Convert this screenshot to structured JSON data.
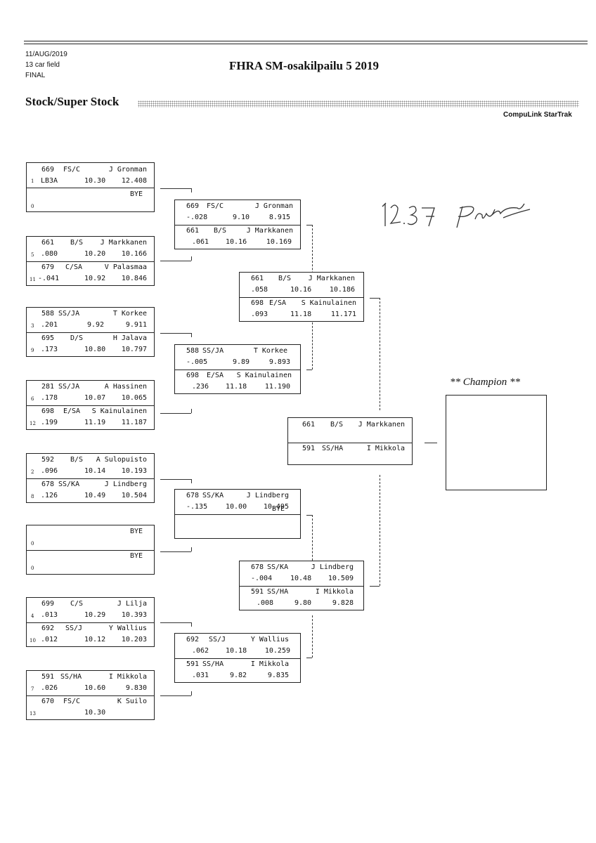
{
  "header": {
    "date": "11/AUG/2019",
    "field": "13 car field",
    "round": "FINAL",
    "title": "FHRA SM-osakilpailu 5  2019",
    "section": "Stock/Super Stock",
    "brand": "CompuLink StarTrak"
  },
  "round1": [
    {
      "seed": "1",
      "car": "669",
      "class": "FS/C",
      "driver": "J Gronman",
      "rt": "LB3A",
      "dial": "10.30",
      "et": "12.408"
    },
    {
      "seed": "0",
      "bye": "BYE"
    },
    {
      "seed": "5",
      "car": "661",
      "class": "B/S",
      "driver": "J Markkanen",
      "rt": ".080",
      "dial": "10.20",
      "et": "10.166"
    },
    {
      "seed": "11",
      "car": "679",
      "class": "C/SA",
      "driver": "V Palasmaa",
      "rt": "-.041",
      "dial": "10.92",
      "et": "10.846"
    },
    {
      "seed": "3",
      "car": "588",
      "class": "SS/JA",
      "driver": "T Korkee",
      "rt": ".201",
      "dial": "9.92",
      "et": "9.911"
    },
    {
      "seed": "9",
      "car": "695",
      "class": "D/S",
      "driver": "H Jalava",
      "rt": ".173",
      "dial": "10.80",
      "et": "10.797"
    },
    {
      "seed": "6",
      "car": "281",
      "class": "SS/JA",
      "driver": "A Hassinen",
      "rt": ".178",
      "dial": "10.07",
      "et": "10.065"
    },
    {
      "seed": "12",
      "car": "698",
      "class": "E/SA",
      "driver": "S Kainulainen",
      "rt": ".199",
      "dial": "11.19",
      "et": "11.187"
    },
    {
      "seed": "2",
      "car": "592",
      "class": "B/S",
      "driver": "A Sulopuisto",
      "rt": ".096",
      "dial": "10.14",
      "et": "10.193"
    },
    {
      "seed": "8",
      "car": "678",
      "class": "SS/KA",
      "driver": "J Lindberg",
      "rt": ".126",
      "dial": "10.49",
      "et": "10.504"
    },
    {
      "seed": "0",
      "bye": "BYE"
    },
    {
      "seed": "0",
      "bye": "BYE"
    },
    {
      "seed": "4",
      "car": "699",
      "class": "C/S",
      "driver": "J Lilja",
      "rt": ".013",
      "dial": "10.29",
      "et": "10.393"
    },
    {
      "seed": "10",
      "car": "692",
      "class": "SS/J",
      "driver": "Y Wallius",
      "rt": ".012",
      "dial": "10.12",
      "et": "10.203"
    },
    {
      "seed": "7",
      "car": "591",
      "class": "SS/HA",
      "driver": "I Mikkola",
      "rt": ".026",
      "dial": "10.60",
      "et": "9.830"
    },
    {
      "seed": "13",
      "car": "670",
      "class": "FS/C",
      "driver": "K Suilo",
      "rt": "",
      "dial": "10.30",
      "et": ""
    }
  ],
  "round2": [
    {
      "car": "669",
      "class": "FS/C",
      "driver": "J Gronman",
      "rt": "-.028",
      "dial": "9.10",
      "et": "8.915"
    },
    {
      "car": "661",
      "class": "B/S",
      "driver": "J Markkanen",
      "rt": ".061",
      "dial": "10.16",
      "et": "10.169"
    },
    {
      "car": "588",
      "class": "SS/JA",
      "driver": "T Korkee",
      "rt": "-.005",
      "dial": "9.89",
      "et": "9.893"
    },
    {
      "car": "698",
      "class": "E/SA",
      "driver": "S Kainulainen",
      "rt": ".236",
      "dial": "11.18",
      "et": "11.190"
    },
    {
      "car": "678",
      "class": "SS/KA",
      "driver": "J Lindberg",
      "rt": "-.135",
      "dial": "10.00",
      "et": "10.495"
    },
    {
      "bye": "BYE"
    },
    {
      "car": "692",
      "class": "SS/J",
      "driver": "Y Wallius",
      "rt": ".062",
      "dial": "10.18",
      "et": "10.259"
    },
    {
      "car": "591",
      "class": "SS/HA",
      "driver": "I Mikkola",
      "rt": ".031",
      "dial": "9.82",
      "et": "9.835"
    }
  ],
  "round3": [
    {
      "car": "661",
      "class": "B/S",
      "driver": "J Markkanen",
      "rt": ".058",
      "dial": "10.16",
      "et": "10.186"
    },
    {
      "car": "698",
      "class": "E/SA",
      "driver": "S Kainulainen",
      "rt": ".093",
      "dial": "11.18",
      "et": "11.171"
    },
    {
      "car": "678",
      "class": "SS/KA",
      "driver": "J Lindberg",
      "rt": "-.004",
      "dial": "10.48",
      "et": "10.509"
    },
    {
      "car": "591",
      "class": "SS/HA",
      "driver": "I Mikkola",
      "rt": ".008",
      "dial": "9.80",
      "et": "9.828"
    }
  ],
  "final": [
    {
      "car": "661",
      "class": "B/S",
      "driver": "J Markkanen"
    },
    {
      "car": "591",
      "class": "SS/HA",
      "driver": "I Mikkola"
    }
  ],
  "champion_label": "** Champion **",
  "handwriting": "12.37 P..."
}
